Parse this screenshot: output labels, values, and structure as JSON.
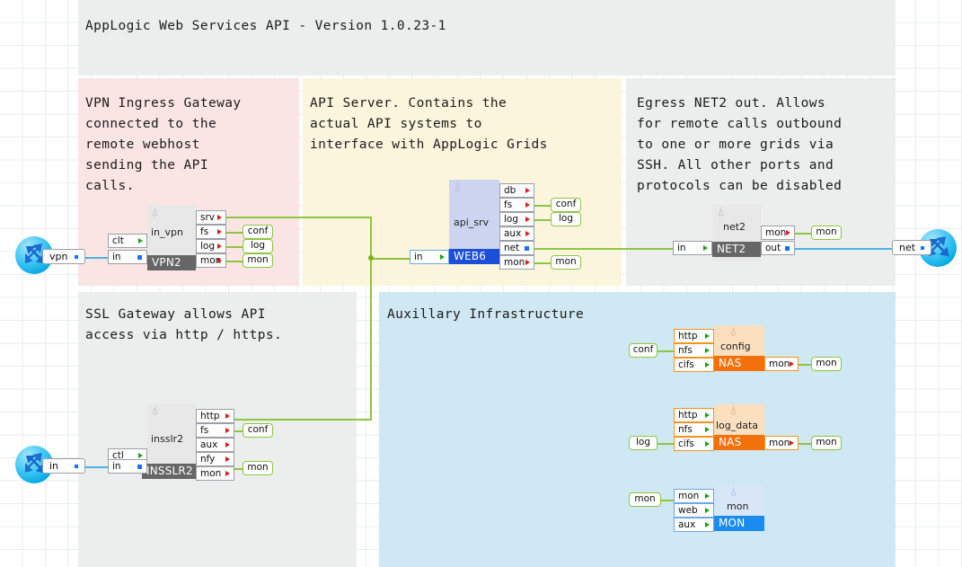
{
  "title": "AppLogic Web Services API - Version 1.0.23-1",
  "panels": {
    "vpn": {
      "text": "VPN Ingress Gateway\nconnected to the\nremote webhost\nsending the API\ncalls.",
      "color": "#fae4e4"
    },
    "api": {
      "text": "API Server. Contains the\nactual API systems to\ninterface with AppLogic Grids",
      "color": "#fbf5dd"
    },
    "net": {
      "text": "Egress NET2 out. Allows\nfor remote calls outbound\nto one or more grids via\nSSH. All other ports and\nprotocols can be disabled",
      "color": "#eceded"
    },
    "ssl": {
      "text": "SSL Gateway allows API\naccess via http / https.",
      "color": "#eceded"
    },
    "aux": {
      "text": "Auxillary Infrastructure",
      "color": "#cfe8f3"
    }
  },
  "components": {
    "vpn2": {
      "name": "in_vpn",
      "tag": "VPN2",
      "tag_color": "#666666",
      "body_color": "#e8e8e8",
      "inputs": [
        "clt",
        "in"
      ],
      "outputs": [
        "srv",
        "fs",
        "log",
        "mon"
      ],
      "endpoints": [
        "conf",
        "log",
        "mon"
      ]
    },
    "api_srv": {
      "name": "api_srv",
      "tag": "WEB6",
      "tag_color": "#1a4fd6",
      "body_color": "#ccd4ef",
      "inputs": [
        "in"
      ],
      "outputs": [
        "db",
        "fs",
        "log",
        "aux",
        "net",
        "mon"
      ],
      "endpoints": [
        "conf",
        "log",
        "mon"
      ]
    },
    "net2": {
      "name": "net2",
      "tag": "NET2",
      "tag_color": "#666666",
      "body_color": "#e8e8e8",
      "inputs": [
        "in"
      ],
      "outputs": [
        "mon",
        "out"
      ],
      "endpoints": [
        "mon"
      ]
    },
    "insslr2": {
      "name": "insslr2",
      "tag": "INSSLR2",
      "tag_color": "#666666",
      "body_color": "#e8e8e8",
      "inputs": [
        "ctl",
        "in"
      ],
      "outputs": [
        "http",
        "fs",
        "aux",
        "nfy",
        "mon"
      ],
      "endpoints": [
        "conf",
        "mon"
      ]
    },
    "config": {
      "name": "config",
      "tag": "NAS",
      "tag_color": "#f4700a",
      "body_color": "#fbdfbf",
      "inputs": [
        "http",
        "nfs",
        "cifs"
      ],
      "outputs": [
        "mon"
      ],
      "source_endpoint": "conf",
      "endpoints": [
        "mon"
      ]
    },
    "log_data": {
      "name": "log_data",
      "tag": "NAS",
      "tag_color": "#f4700a",
      "body_color": "#fbdfbf",
      "inputs": [
        "http",
        "nfs",
        "cifs"
      ],
      "outputs": [
        "mon"
      ],
      "source_endpoint": "log",
      "endpoints": [
        "mon"
      ]
    },
    "mon": {
      "name": "mon",
      "tag": "MON",
      "tag_color": "#1a8cf0",
      "body_color": "#d9e6f7",
      "inputs": [
        "mon",
        "web",
        "aux"
      ],
      "outputs": [],
      "source_endpoint": "mon",
      "endpoints": []
    }
  },
  "gateways": {
    "vpn_in": {
      "pin": "vpn",
      "icon": "network-gateway-icon"
    },
    "ssl_in": {
      "pin": "in",
      "icon": "network-gateway-icon"
    },
    "net_out": {
      "pin": "net",
      "icon": "network-gateway-icon"
    }
  },
  "colors": {
    "wire_green": "#8cc63e",
    "wire_blue": "#4bb4e6",
    "grid": "#e9eced"
  }
}
